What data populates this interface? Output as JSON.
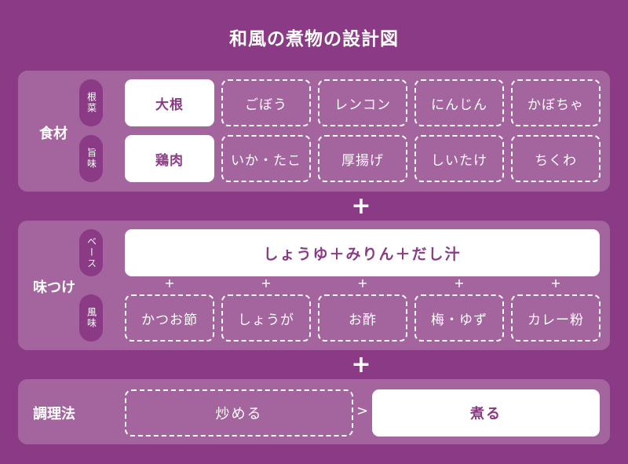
{
  "title": "和風の煮物の設計図",
  "ingredients": {
    "label": "食材",
    "root_label": "根菜",
    "umami_label": "旨味",
    "root_items": [
      "大根",
      "ごぼう",
      "レンコン",
      "にんじん",
      "かぼちゃ"
    ],
    "umami_items": [
      "鶏肉",
      "いか・たこ",
      "厚揚げ",
      "しいたけ",
      "ちくわ"
    ]
  },
  "plus": "+",
  "seasoning": {
    "label": "味つけ",
    "base_label": "ベース",
    "base_value": "しょうゆ＋みりん＋だし汁",
    "flavor_label": "風味",
    "flavor_items": [
      "かつお節",
      "しょうが",
      "お酢",
      "梅・ゆず",
      "カレー粉"
    ]
  },
  "method": {
    "label": "調理法",
    "option_a": "炒める",
    "arrow": ">",
    "option_b": "煮る"
  },
  "colors": {
    "background": "#8b3a85",
    "panel": "#a4659f",
    "box": "#ffffff"
  }
}
